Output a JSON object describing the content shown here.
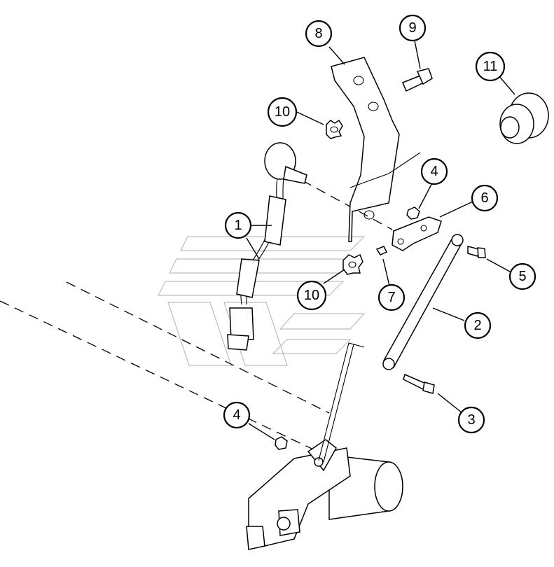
{
  "callouts": [
    {
      "id": "c1a",
      "label": "1"
    },
    {
      "id": "c2",
      "label": "2"
    },
    {
      "id": "c3",
      "label": "3"
    },
    {
      "id": "c4a",
      "label": "4"
    },
    {
      "id": "c4b",
      "label": "4"
    },
    {
      "id": "c5",
      "label": "5"
    },
    {
      "id": "c6",
      "label": "6"
    },
    {
      "id": "c7",
      "label": "7"
    },
    {
      "id": "c8",
      "label": "8"
    },
    {
      "id": "c9",
      "label": "9"
    },
    {
      "id": "c10a",
      "label": "10"
    },
    {
      "id": "c10b",
      "label": "10"
    },
    {
      "id": "c11",
      "label": "11"
    }
  ],
  "colors": {
    "line": "#000000",
    "background": "#ffffff",
    "watermark": "#bdbdbd"
  }
}
